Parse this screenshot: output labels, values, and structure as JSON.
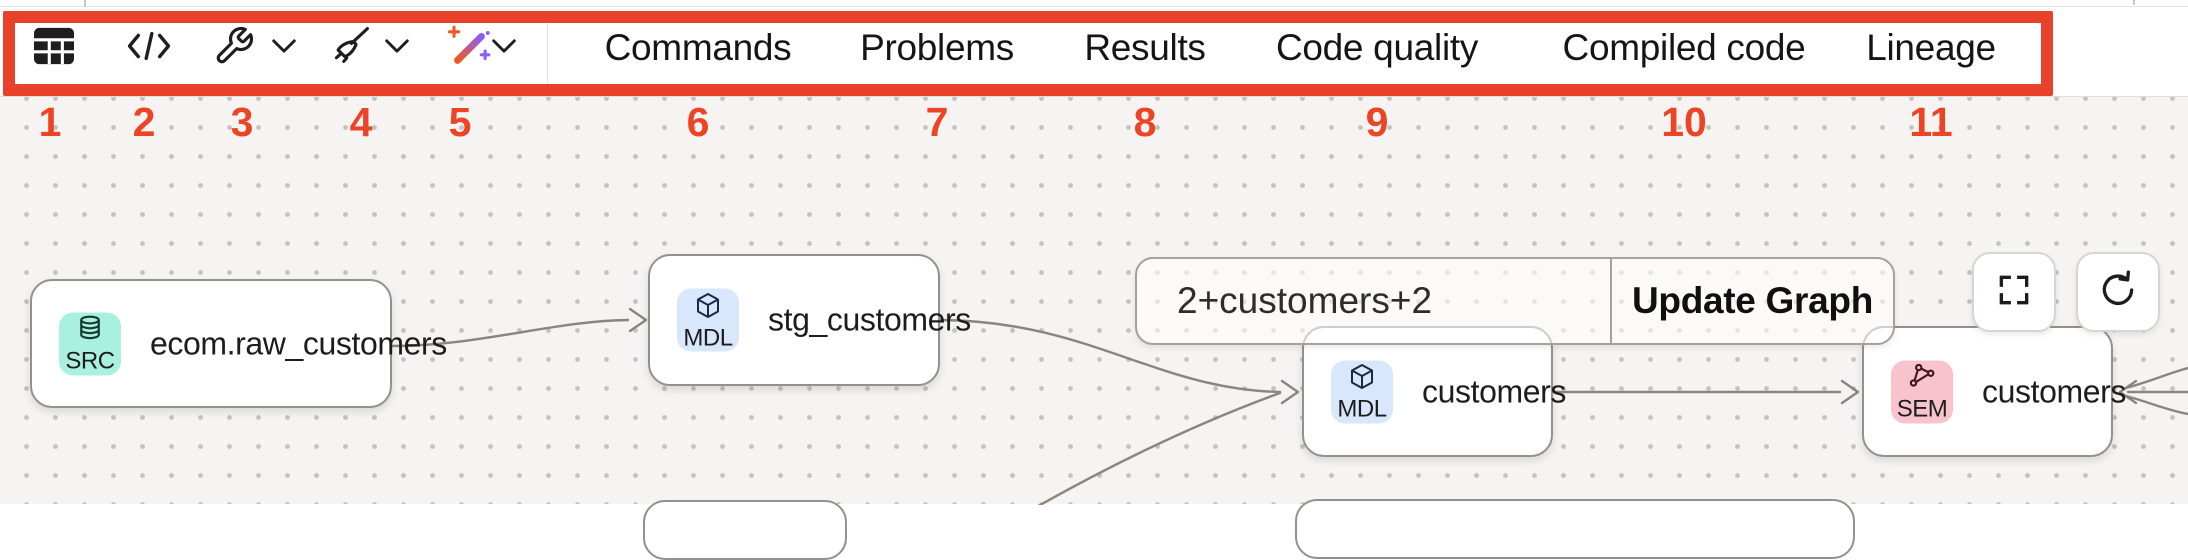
{
  "toolbar": {
    "icons": [
      {
        "name": "table",
        "has_dropdown": false
      },
      {
        "name": "code",
        "has_dropdown": false
      },
      {
        "name": "wrench",
        "has_dropdown": true
      },
      {
        "name": "broom",
        "has_dropdown": true
      },
      {
        "name": "magic-wand",
        "has_dropdown": true
      }
    ],
    "tabs": [
      {
        "label": "Commands"
      },
      {
        "label": "Problems"
      },
      {
        "label": "Results"
      },
      {
        "label": "Code quality"
      },
      {
        "label": "Compiled code"
      },
      {
        "label": "Lineage"
      }
    ]
  },
  "annotations": {
    "color": "#ee4426",
    "labels": [
      "1",
      "2",
      "3",
      "4",
      "5",
      "6",
      "7",
      "8",
      "9",
      "10",
      "11"
    ]
  },
  "highlight": {
    "box_color": "#e8432a"
  },
  "graph_controls": {
    "search_value": "2+customers+2",
    "update_button_label": "Update Graph",
    "buttons": [
      {
        "icon": "fullscreen"
      },
      {
        "icon": "refresh"
      }
    ]
  },
  "nodes": [
    {
      "badge": "SRC",
      "icon": "database",
      "badge_color": "#aaf0df",
      "title": "ecom.raw_customers"
    },
    {
      "badge": "MDL",
      "icon": "cube",
      "badge_color": "#d8e7fb",
      "title": "stg_customers"
    },
    {
      "badge": "MDL",
      "icon": "cube",
      "badge_color": "#d8e7fb",
      "title": "customers"
    },
    {
      "badge": "SEM",
      "icon": "share-nodes",
      "badge_color": "#f8c3cd",
      "title": "customers"
    }
  ],
  "edges": [
    {
      "from": "ecom.raw_customers",
      "to": "stg_customers"
    },
    {
      "from": "stg_customers",
      "to": "customers (MDL)"
    },
    {
      "from": "offscreen-node-bottom",
      "to": "customers (MDL)"
    },
    {
      "from": "customers (MDL)",
      "to": "customers (SEM)"
    }
  ]
}
